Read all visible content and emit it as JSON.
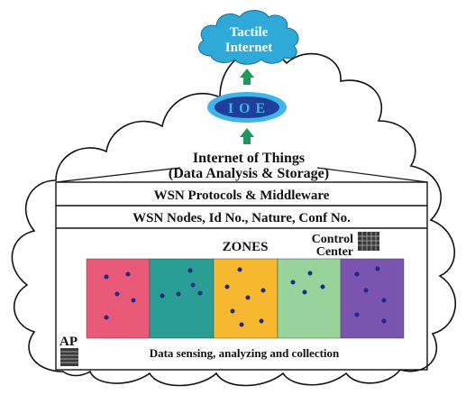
{
  "top_cloud": {
    "line1": "Tactile",
    "line2": "Internet"
  },
  "ioe_label": "I O E",
  "iot": {
    "line1": "Internet of Things",
    "line2": "(Data Analysis & Storage)"
  },
  "layers": [
    "WSN Protocols & Middleware",
    "WSN Nodes, Id No., Nature, Conf No."
  ],
  "zones_title": "ZONES",
  "control_center": {
    "line1": "Control",
    "line2": "Center"
  },
  "ap_label": "AP",
  "footer": "Data sensing, analyzing and collection",
  "colors": {
    "cloud_fill": "#2fa9d8",
    "cloud_text": "#ffffff",
    "ioe_fill": "#1f3e9a",
    "ioe_text": "#3fb4e6",
    "arrow": "#1a9a5a",
    "outline": "#111111",
    "node_dot": "#1b2a8a",
    "zones": [
      "#e95a78",
      "#2a9d94",
      "#f5b82e",
      "#97d39a",
      "#7a54ae"
    ]
  },
  "icons": [
    "control-center-grid-icon",
    "access-point-icon",
    "up-arrow-icon"
  ]
}
